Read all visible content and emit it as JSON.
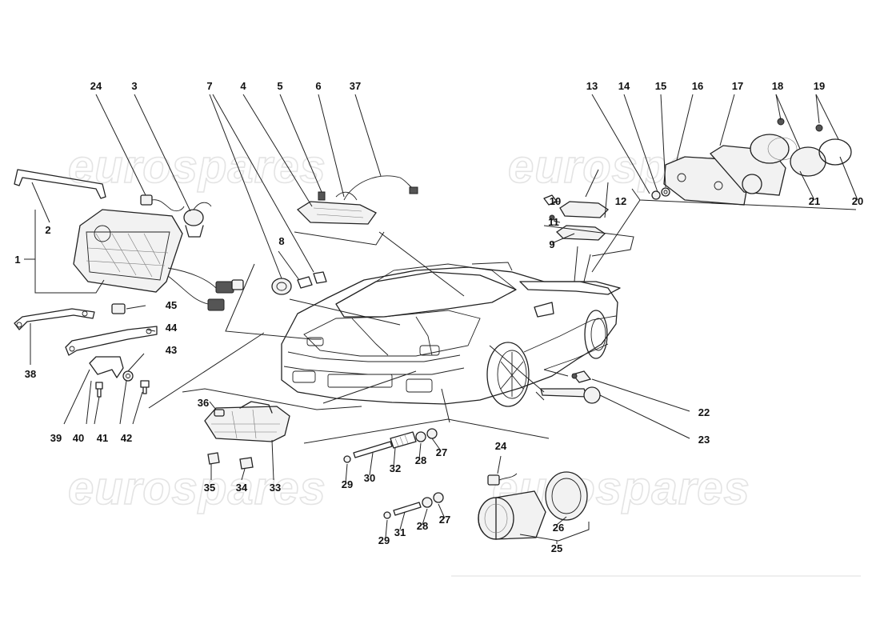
{
  "watermark": {
    "text": "eurospares"
  },
  "callouts": [
    {
      "id": "c1",
      "text": "1"
    },
    {
      "id": "c2",
      "text": "2"
    },
    {
      "id": "c3",
      "text": "3"
    },
    {
      "id": "c4",
      "text": "4"
    },
    {
      "id": "c5",
      "text": "5"
    },
    {
      "id": "c6",
      "text": "6"
    },
    {
      "id": "c7",
      "text": "7"
    },
    {
      "id": "c8",
      "text": "8"
    },
    {
      "id": "c9",
      "text": "9"
    },
    {
      "id": "c10",
      "text": "10"
    },
    {
      "id": "c11",
      "text": "11"
    },
    {
      "id": "c12",
      "text": "12"
    },
    {
      "id": "c13",
      "text": "13"
    },
    {
      "id": "c14",
      "text": "14"
    },
    {
      "id": "c15",
      "text": "15"
    },
    {
      "id": "c16",
      "text": "16"
    },
    {
      "id": "c17",
      "text": "17"
    },
    {
      "id": "c18",
      "text": "18"
    },
    {
      "id": "c19",
      "text": "19"
    },
    {
      "id": "c20",
      "text": "20"
    },
    {
      "id": "c21",
      "text": "21"
    },
    {
      "id": "c22",
      "text": "22"
    },
    {
      "id": "c23",
      "text": "23"
    },
    {
      "id": "c24a",
      "text": "24"
    },
    {
      "id": "c24b",
      "text": "24"
    },
    {
      "id": "c25",
      "text": "25"
    },
    {
      "id": "c26",
      "text": "26"
    },
    {
      "id": "c27a",
      "text": "27"
    },
    {
      "id": "c27b",
      "text": "27"
    },
    {
      "id": "c28a",
      "text": "28"
    },
    {
      "id": "c28b",
      "text": "28"
    },
    {
      "id": "c29a",
      "text": "29"
    },
    {
      "id": "c29b",
      "text": "29"
    },
    {
      "id": "c30",
      "text": "30"
    },
    {
      "id": "c31",
      "text": "31"
    },
    {
      "id": "c32",
      "text": "32"
    },
    {
      "id": "c33",
      "text": "33"
    },
    {
      "id": "c34",
      "text": "34"
    },
    {
      "id": "c35",
      "text": "35"
    },
    {
      "id": "c36",
      "text": "36"
    },
    {
      "id": "c37",
      "text": "37"
    },
    {
      "id": "c38",
      "text": "38"
    },
    {
      "id": "c39",
      "text": "39"
    },
    {
      "id": "c40",
      "text": "40"
    },
    {
      "id": "c41",
      "text": "41"
    },
    {
      "id": "c42",
      "text": "42"
    },
    {
      "id": "c43",
      "text": "43"
    },
    {
      "id": "c44",
      "text": "44"
    },
    {
      "id": "c45",
      "text": "45"
    }
  ],
  "colors": {
    "line": "#222222",
    "background": "#ffffff",
    "watermark_outline": "#e4e4e4"
  }
}
